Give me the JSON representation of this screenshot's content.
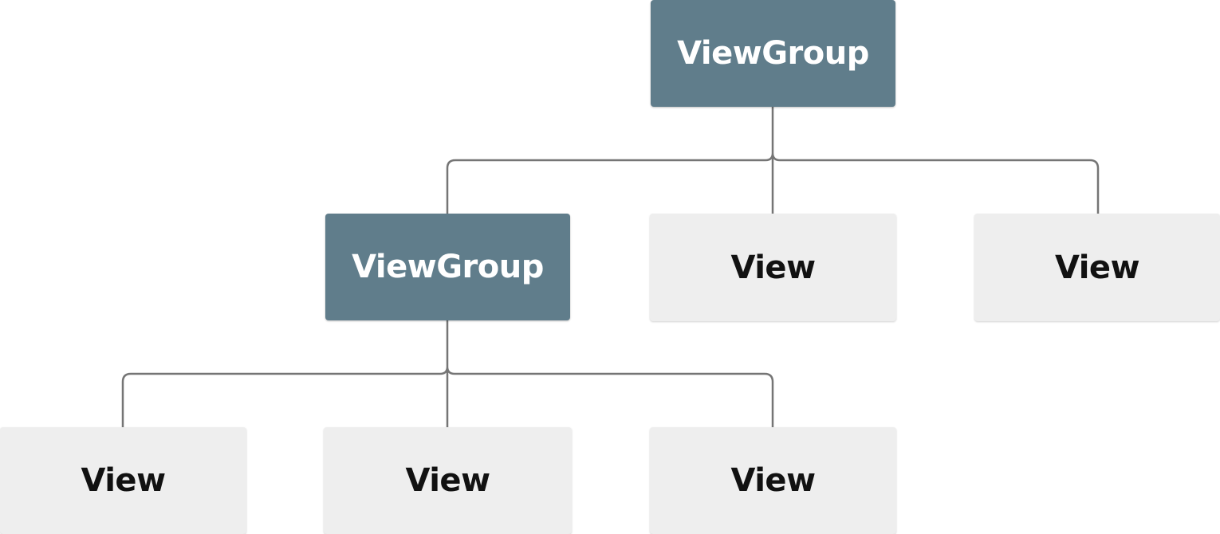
{
  "diagram": {
    "root": {
      "label": "ViewGroup",
      "kind": "group"
    },
    "children": [
      {
        "label": "ViewGroup",
        "kind": "group"
      },
      {
        "label": "View",
        "kind": "view"
      },
      {
        "label": "View",
        "kind": "view"
      }
    ],
    "grandchildren": [
      {
        "label": "View",
        "kind": "view"
      },
      {
        "label": "View",
        "kind": "view"
      },
      {
        "label": "View",
        "kind": "view"
      }
    ]
  },
  "colors": {
    "group_fill": "#607d8b",
    "group_text": "#ffffff",
    "view_fill": "#eeeeee",
    "view_text": "#111111",
    "connector": "#757575"
  }
}
